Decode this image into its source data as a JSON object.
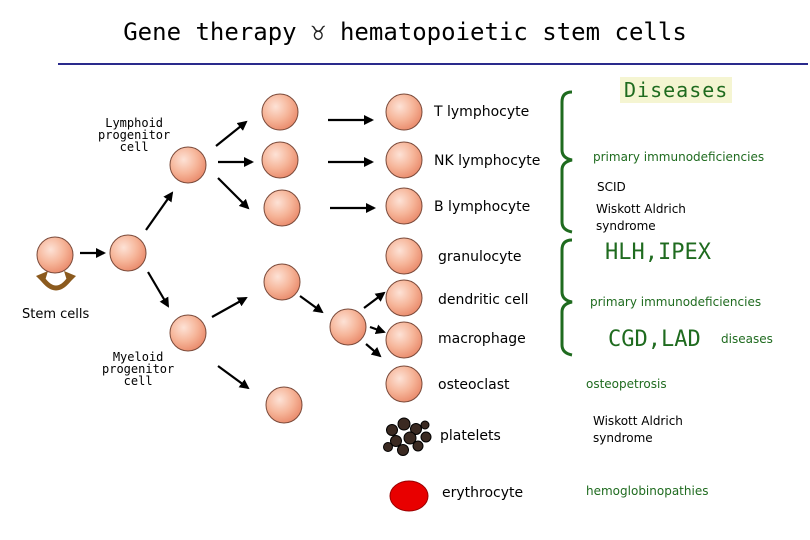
{
  "title": {
    "before": "Gene therapy",
    "symbol": "♉",
    "after": "hematopoietic stem cells"
  },
  "progenitors": {
    "stem": "Stem cells",
    "lymphoid": [
      "Lymphoid",
      "progenitor",
      "cell"
    ],
    "myeloid": [
      "Myeloid",
      "progenitor",
      "cell"
    ]
  },
  "cell_types": [
    "T lymphocyte",
    "NK lymphocyte",
    "B lymphocyte",
    "granulocyte",
    "dendritic cell",
    "macrophage",
    "osteoclast",
    "platelets",
    "erythrocyte"
  ],
  "diseases": {
    "heading": "Diseases",
    "primary_immuno_1": "primary immunodeficiencies",
    "scid": "SCID",
    "wiskott_1": [
      "Wiskott Aldrich",
      "syndrome"
    ],
    "hlh_ipex": "HLH,IPEX",
    "primary_immuno_2": "primary immunodeficiencies",
    "cgd_lad": "CGD,LAD",
    "cgd_lad_suffix": "diseases",
    "osteopetrosis": "osteopetrosis",
    "wiskott_2": [
      "Wiskott Aldrich",
      "syndrome"
    ],
    "hemoglobinopathies": "hemoglobinopathies"
  },
  "colors": {
    "cell_fill": "#f4a98a",
    "cell_highlight": "#fde2d6",
    "cell_stroke": "#7a4a3a",
    "erythrocyte": "#e80000",
    "bracket": "#1f6b1f",
    "disease_text": "#1f6b1f",
    "rule": "#2a2a8c"
  }
}
